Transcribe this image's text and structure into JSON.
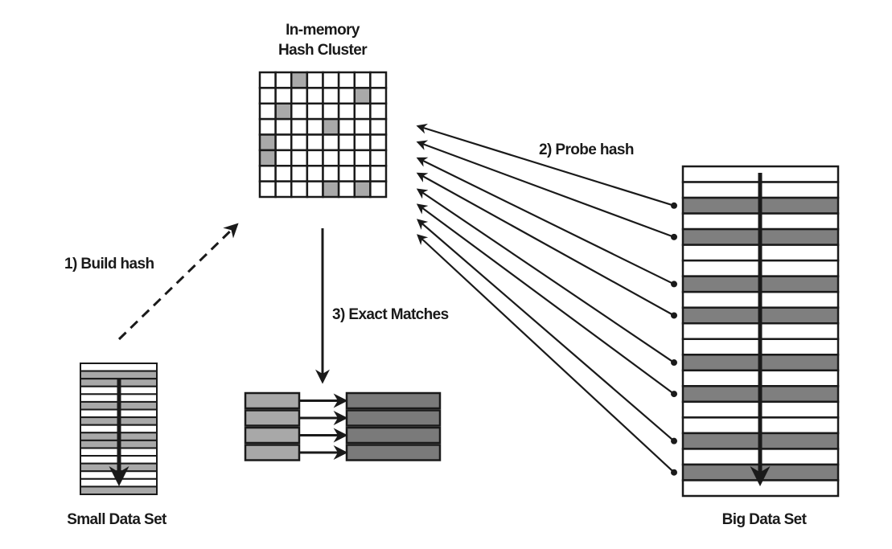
{
  "labels": {
    "hash_cluster_line1": "In-memory",
    "hash_cluster_line2": "Hash Cluster",
    "build_hash": "1) Build hash",
    "probe_hash": "2) Probe hash",
    "exact_matches": "3) Exact Matches",
    "small_data_set": "Small Data Set",
    "big_data_set": "Big Data Set"
  },
  "colors": {
    "line": "#1a1a1a",
    "shaded_cell": "#a9a9a9",
    "small_set_shaded": "#a8a8a8",
    "big_set_shaded": "#7f7f7f",
    "match_left": "#a8a8a8",
    "match_right": "#7a7a7a",
    "background": "#ffffff"
  },
  "hash_cluster": {
    "rows": 8,
    "cols": 8,
    "shaded_cells": [
      [
        0,
        2
      ],
      [
        1,
        6
      ],
      [
        2,
        1
      ],
      [
        3,
        4
      ],
      [
        4,
        0
      ],
      [
        5,
        0
      ],
      [
        7,
        4
      ],
      [
        7,
        6
      ]
    ]
  },
  "small_data_set": {
    "rows": [
      "white",
      "gray",
      "gray",
      "white",
      "white",
      "gray",
      "white",
      "gray",
      "white",
      "gray",
      "gray",
      "white",
      "white",
      "gray",
      "white",
      "white",
      "gray"
    ]
  },
  "big_data_set": {
    "rows": [
      "white",
      "white",
      "gray",
      "white",
      "gray",
      "white",
      "white",
      "gray",
      "white",
      "gray",
      "white",
      "white",
      "gray",
      "white",
      "gray",
      "white",
      "white",
      "gray",
      "white",
      "gray",
      "white"
    ]
  },
  "exact_matches": {
    "count": 4
  }
}
